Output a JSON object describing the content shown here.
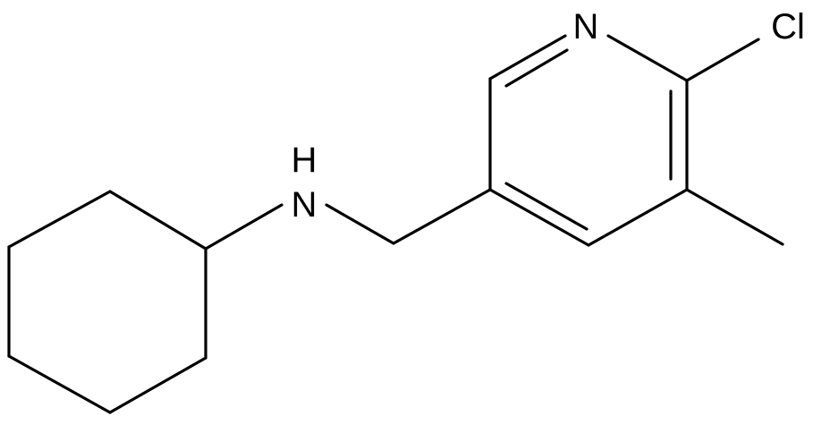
{
  "molecule": {
    "atoms": {
      "pyridine_nitrogen": "N",
      "chlorine": "Cl",
      "amine_nitrogen": "N",
      "amine_hydrogen": "H"
    },
    "colors": {
      "bond": "#000000",
      "label": "#000000",
      "background": "#ffffff"
    }
  }
}
